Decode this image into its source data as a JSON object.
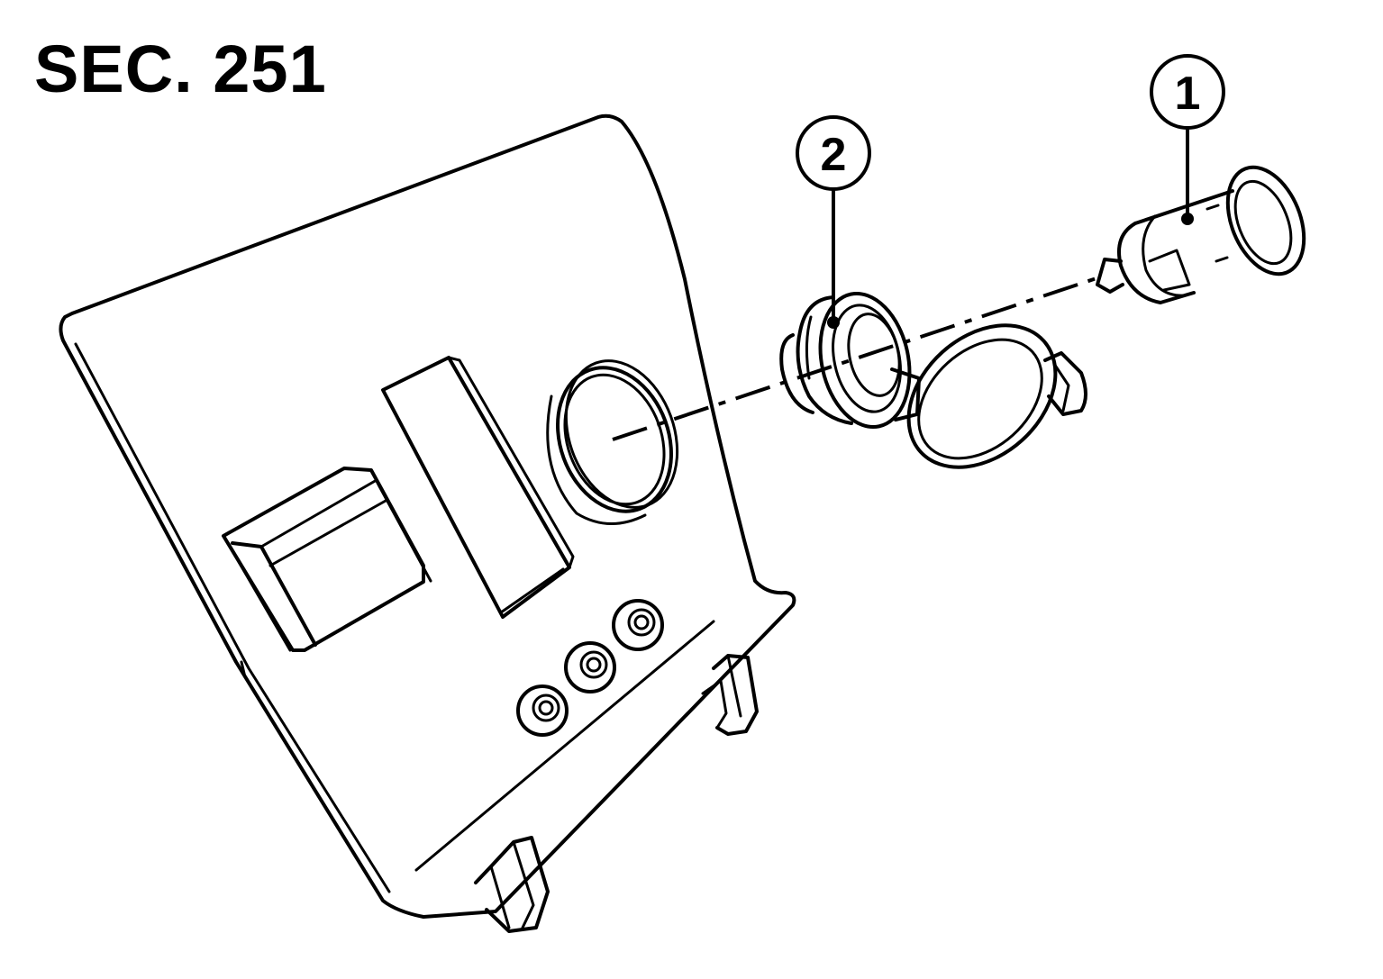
{
  "header": {
    "section_label": "SEC. 251"
  },
  "callouts": [
    {
      "number": "1",
      "part": "cigarette-lighter-socket"
    },
    {
      "number": "2",
      "part": "socket-ring-with-cap"
    }
  ],
  "colors": {
    "line": "#000000",
    "background": "#ffffff"
  }
}
